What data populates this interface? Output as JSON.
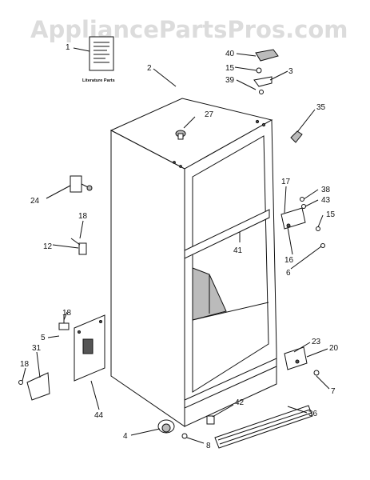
{
  "watermark": "AppliancePartsPros.com",
  "literature_label": "Literature Parts",
  "callouts": {
    "p1": "1",
    "p2": "2",
    "p3": "3",
    "p4": "4",
    "p5": "5",
    "p6": "6",
    "p7": "7",
    "p8": "8",
    "p12": "12",
    "p15a": "15",
    "p15b": "15",
    "p16": "16",
    "p17": "17",
    "p18a": "18",
    "p18b": "18",
    "p18c": "18",
    "p20": "20",
    "p23": "23",
    "p24": "24",
    "p27": "27",
    "p31": "31",
    "p35": "35",
    "p36": "36",
    "p38": "38",
    "p39": "39",
    "p40": "40",
    "p41": "41",
    "p42": "42",
    "p43": "43",
    "p44": "44"
  }
}
